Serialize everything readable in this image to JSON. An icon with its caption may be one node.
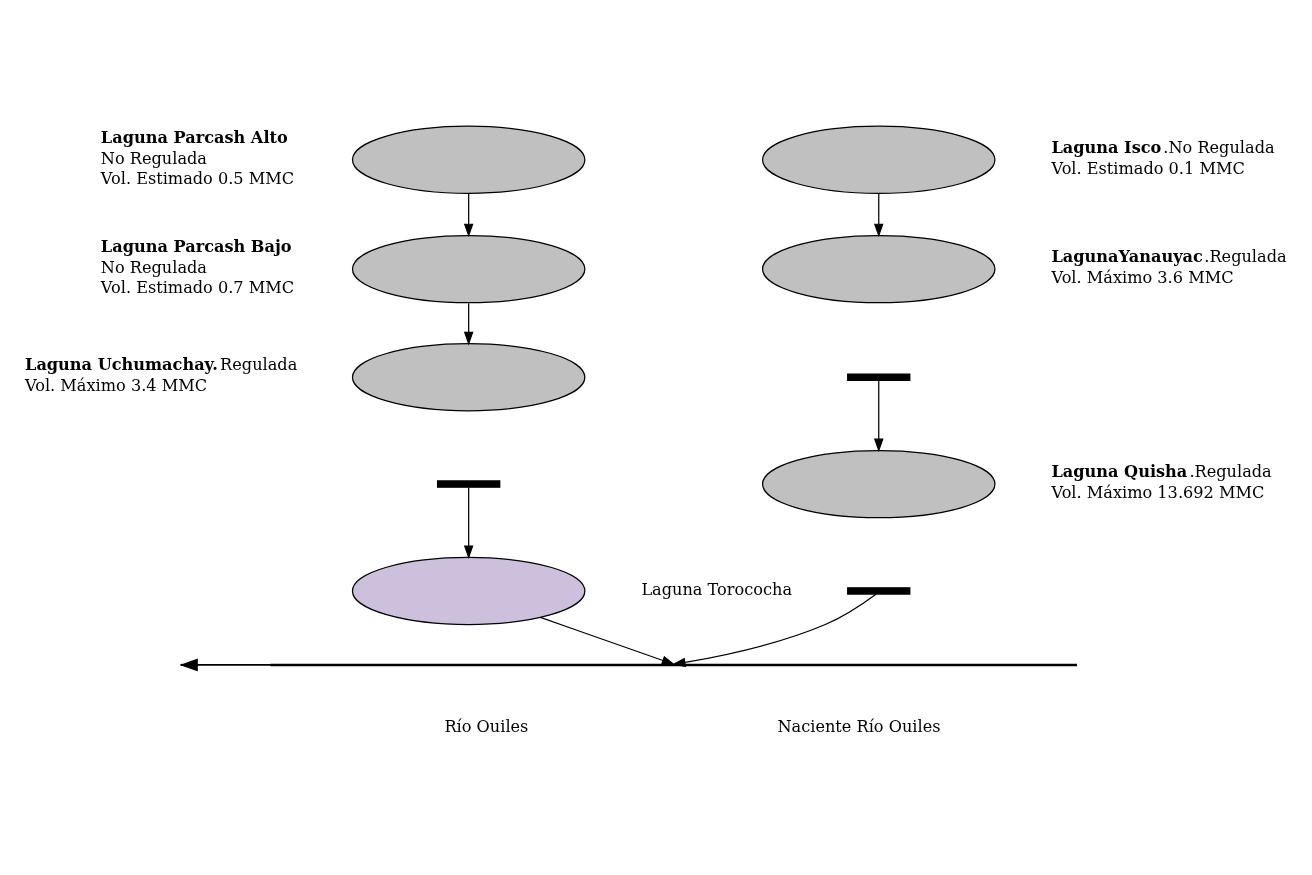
{
  "diagram": {
    "nodes": [
      {
        "text": [],
        "shape": "ellipse",
        "beside": [
          "**Laguna Parcash Alto**",
          "No Regulada",
          "Vol. Estimado 0.5 MMC"
        ]
      },
      {
        "text": [],
        "shape": "ellipse",
        "beside": [
          "**Laguna Parcash Bajo**",
          "No Regulada",
          "Vol. Estimado 0.7 MMC"
        ]
      },
      {
        "text": [],
        "shape": "ellipse",
        "beside": [
          "**Laguna Uchumachay.**Regulada",
          "Vol. Máximo 3.4 MMC"
        ]
      },
      {
        "text": [],
        "shape": "bar"
      },
      {
        "text": [],
        "shape": "ellipse",
        "beside": [
          "Laguna Torococha"
        ]
      },
      {
        "text": [],
        "shape": "line",
        "beside": [
          "Río Ouiles",
          "Naciente Río Ouiles"
        ]
      },
      {
        "text": [],
        "shape": "ellipse",
        "beside": [
          "**Laguna Isco**.No Regulada",
          "Vol. Estimado 0.1 MMC"
        ]
      },
      {
        "text": [],
        "shape": "ellipse",
        "beside": [
          "**LagunaYanauyac**.Regulada",
          "Vol. Máximo 3.6 MMC"
        ]
      },
      {
        "text": [],
        "shape": "bar"
      },
      {
        "text": [],
        "shape": "ellipse",
        "beside": [
          "**Laguna Quisha**.Regulada",
          "Vol. Máximo 13.692 MMC"
        ]
      },
      {
        "text": [],
        "shape": "bar"
      }
    ],
    "edges": [
      {
        "from": 0,
        "to": 1,
        "arrow": "to"
      },
      {
        "from": 1,
        "to": 2,
        "arrow": "to"
      },
      {
        "from": 3,
        "to": 4,
        "arrow": "to"
      },
      {
        "from": 4,
        "to": 5,
        "arrow": "to"
      },
      {
        "from": 6,
        "to": 7,
        "arrow": "to"
      },
      {
        "from": 8,
        "to": 9,
        "arrow": "to"
      },
      {
        "from": 10,
        "to": 5,
        "arrow": "to"
      },
      {
        "from": 5,
        "to": null,
        "arrow": "to"
      }
    ]
  }
}
